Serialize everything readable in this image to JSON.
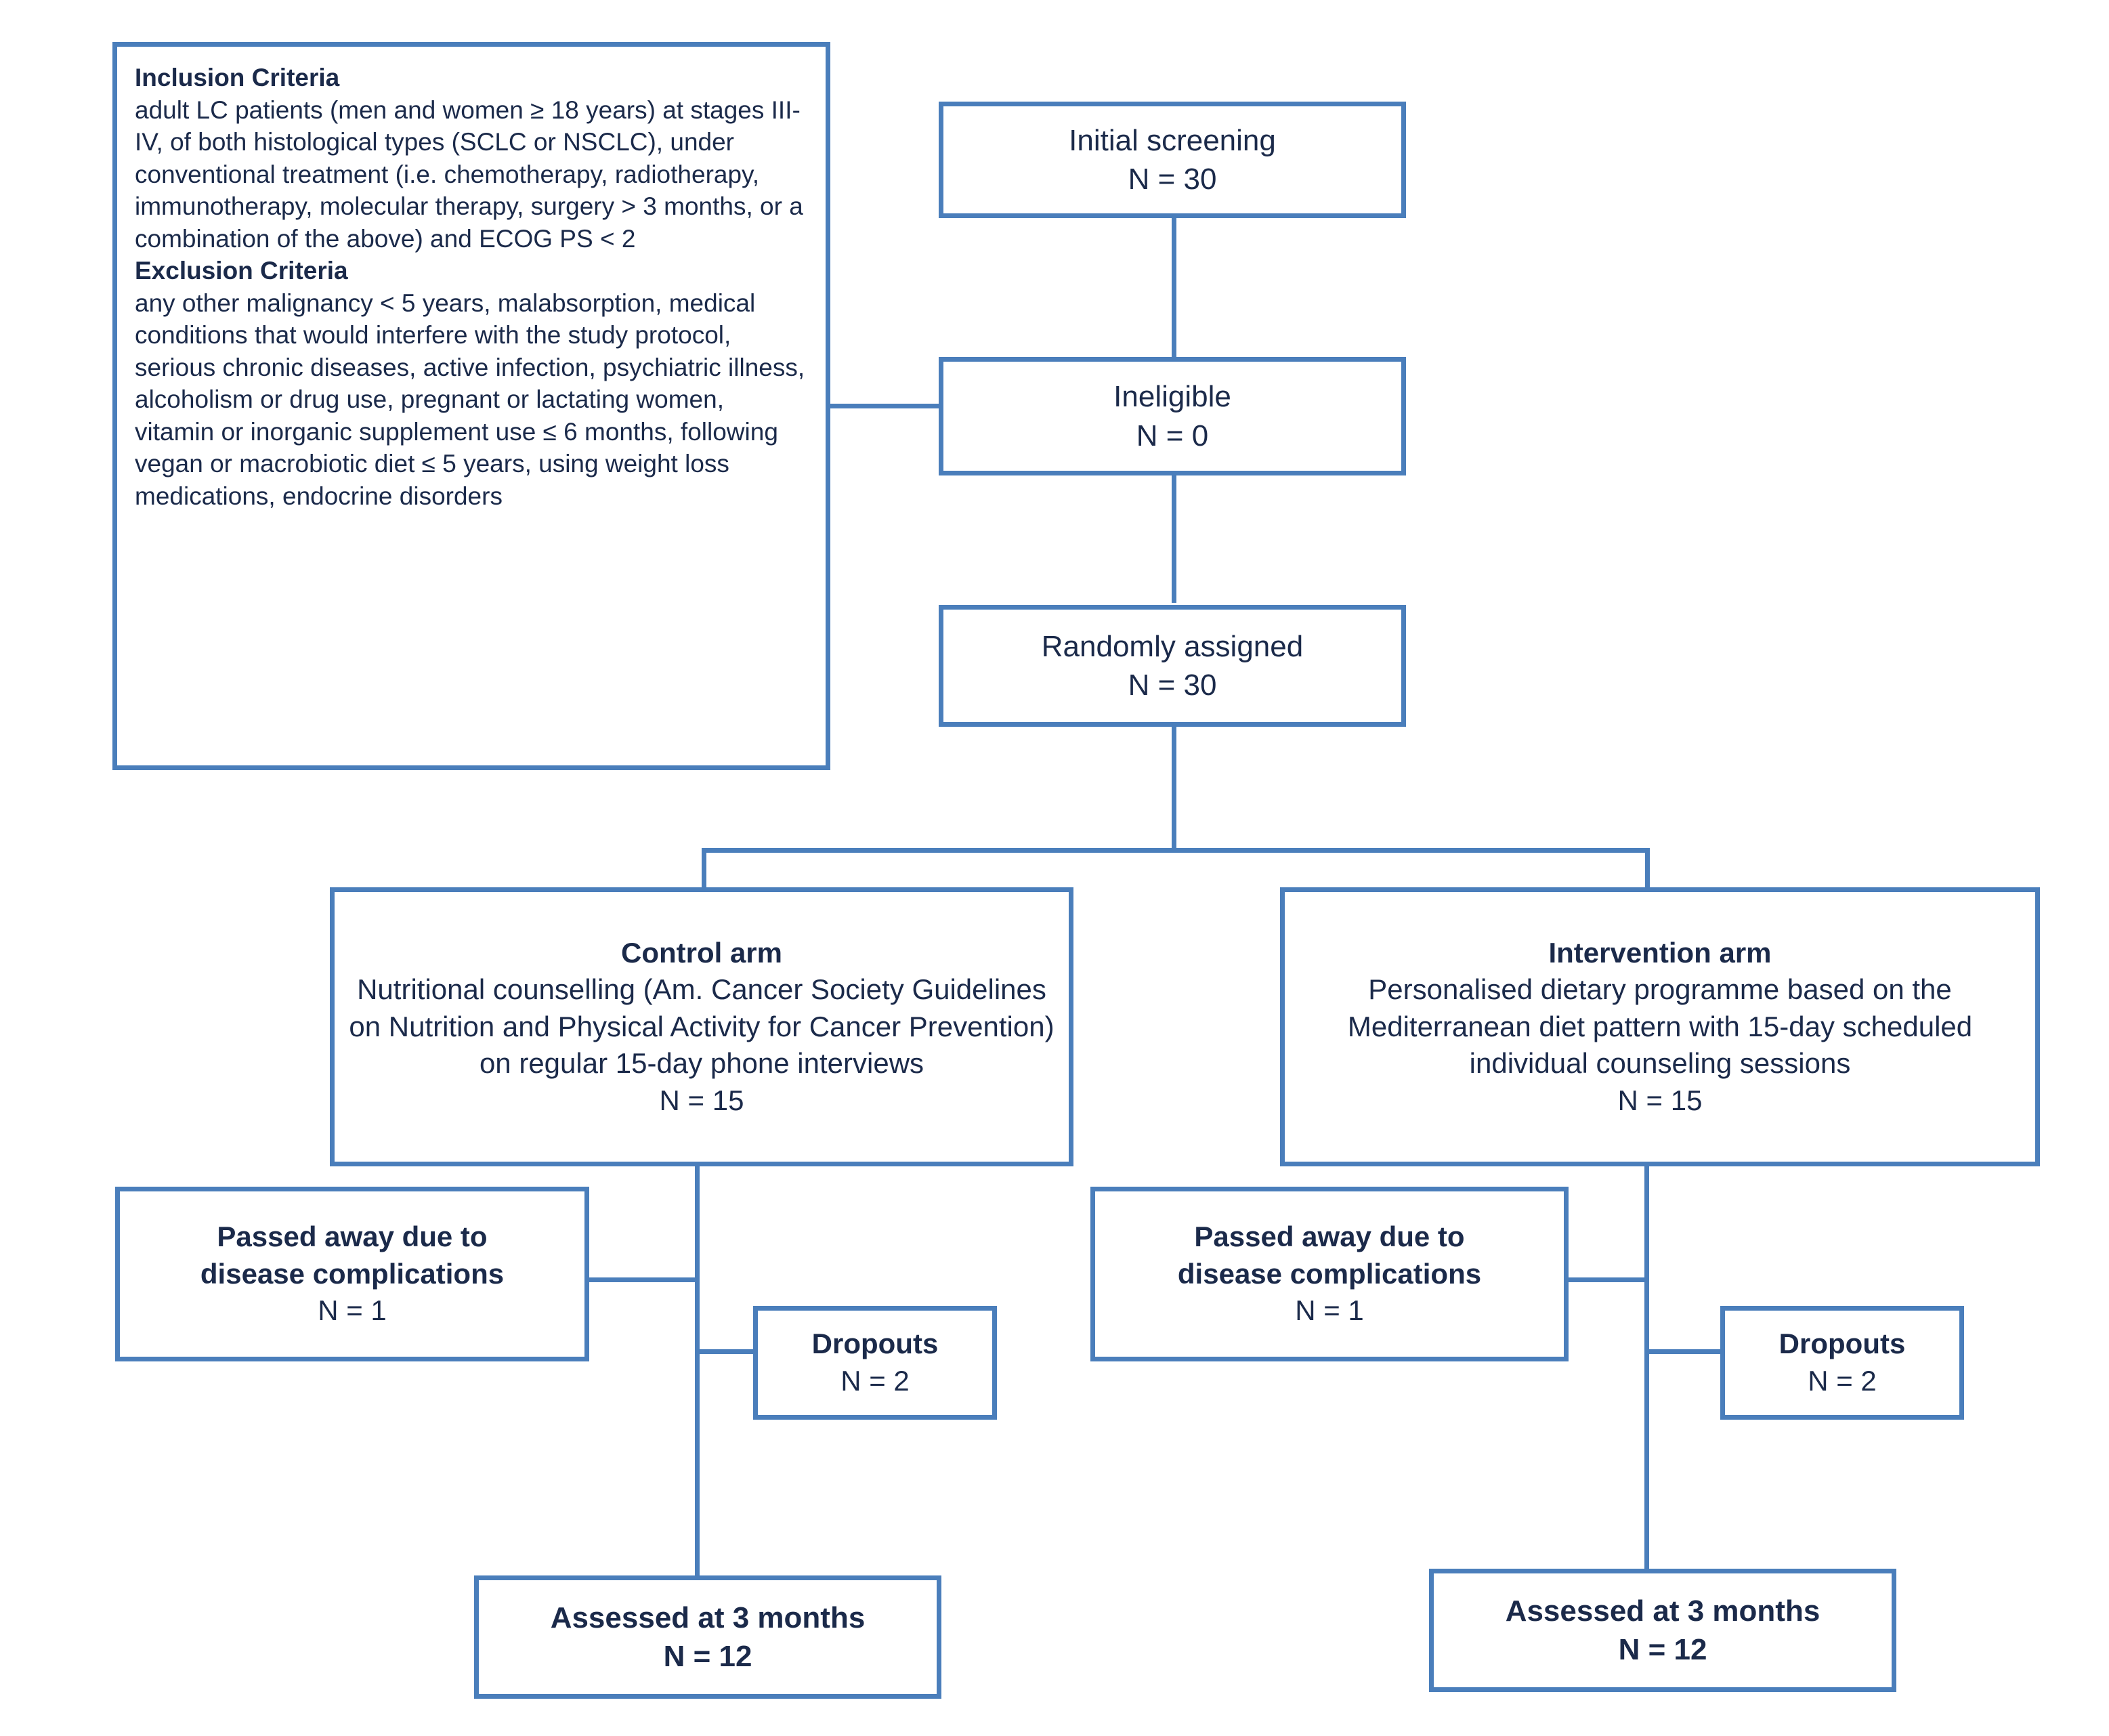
{
  "diagram": {
    "title": "CONSORT-style participant flow diagram",
    "colors": {
      "border": "#4a7ebb",
      "text": "#1b2a4a",
      "background": "#ffffff",
      "connector": "#4a7ebb"
    }
  },
  "criteria_panel": {
    "inclusion_heading": "Inclusion Criteria",
    "inclusion_text": "adult LC patients (men and women ≥ 18 years) at stages III-IV, of both histological types (SCLC or NSCLC), under conventional treatment (i.e. chemotherapy, radiotherapy, immunotherapy, molecular therapy, surgery > 3 months, or a combination of the above) and ECOG PS < 2",
    "exclusion_heading": "Exclusion Criteria",
    "exclusion_text": "any other malignancy < 5 years, malabsorption, medical conditions that would interfere with the study protocol, serious chronic diseases, active infection, psychiatric illness, alcoholism or drug use, pregnant or lactating women, vitamin or inorganic supplement use ≤ 6 months, following vegan or macrobiotic diet ≤ 5 years, using weight loss medications, endocrine disorders"
  },
  "nodes": {
    "initial_screening": {
      "label": "Initial screening",
      "count": "N = 30"
    },
    "ineligible": {
      "label": "Ineligible",
      "count": "N = 0"
    },
    "randomly_assigned": {
      "label": "Randomly assigned",
      "count": "N = 30"
    },
    "control_arm": {
      "title": "Control arm",
      "description": "Nutritional counselling (Am. Cancer Society Guidelines on Nutrition and Physical Activity for Cancer Prevention) on regular 15-day phone interviews",
      "count": "N = 15"
    },
    "intervention_arm": {
      "title": "Intervention arm",
      "description": "Personalised dietary programme based on the Mediterranean diet pattern with 15-day scheduled individual counseling sessions",
      "count": "N = 15"
    },
    "control_deaths": {
      "line1": "Passed away due to",
      "line2": "disease complications",
      "count": "N = 1"
    },
    "control_dropouts": {
      "label": "Dropouts",
      "count": "N = 2"
    },
    "control_assessed": {
      "label": "Assessed at 3 months",
      "count": "N = 12"
    },
    "intervention_deaths": {
      "line1": "Passed away due to",
      "line2": "disease complications",
      "count": "N = 1"
    },
    "intervention_dropouts": {
      "label": "Dropouts",
      "count": "N = 2"
    },
    "intervention_assessed": {
      "label": "Assessed at 3 months",
      "count": "N = 12"
    }
  }
}
